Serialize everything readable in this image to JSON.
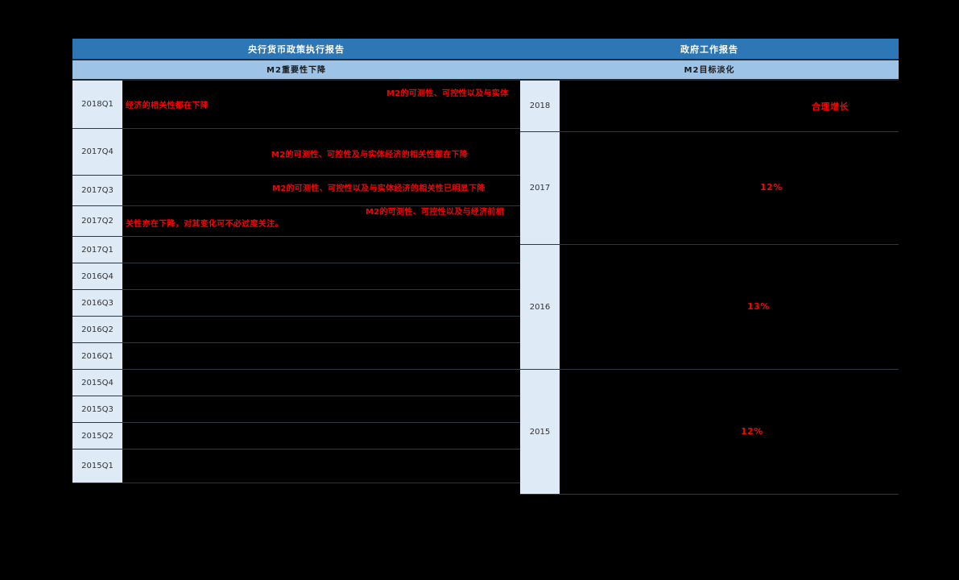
{
  "left_panel": {
    "header": "央行货币政策执行报告",
    "subheader": "M2重要性下降",
    "rows": [
      {
        "period": "2018Q1",
        "note_line1": "M2的可测性、可控性以及与实体",
        "note_line2": "经济的相关性都在下降"
      },
      {
        "period": "2017Q4",
        "note_line1": "M2的可测性、可控性及与实体经济的相关性都在下降",
        "note_line2": ""
      },
      {
        "period": "2017Q3",
        "note_line1": "M2的可测性、可控性以及与实体经济的相关性已明显下降",
        "note_line2": ""
      },
      {
        "period": "2017Q2",
        "note_line1": "M2的可测性、可控性以及与经济前相",
        "note_line2": "关性亦在下降，对其变化可不必过度关注。"
      },
      {
        "period": "2017Q1",
        "note_line1": "",
        "note_line2": ""
      },
      {
        "period": "2016Q4",
        "note_line1": "",
        "note_line2": ""
      },
      {
        "period": "2016Q3",
        "note_line1": "",
        "note_line2": ""
      },
      {
        "period": "2016Q2",
        "note_line1": "",
        "note_line2": ""
      },
      {
        "period": "2016Q1",
        "note_line1": "",
        "note_line2": ""
      },
      {
        "period": "2015Q4",
        "note_line1": "",
        "note_line2": ""
      },
      {
        "period": "2015Q3",
        "note_line1": "",
        "note_line2": ""
      },
      {
        "period": "2015Q2",
        "note_line1": "",
        "note_line2": ""
      },
      {
        "period": "2015Q1",
        "note_line1": "",
        "note_line2": ""
      }
    ]
  },
  "right_panel": {
    "header": "政府工作报告",
    "subheader": "M2目标淡化",
    "rows": [
      {
        "year": "2018",
        "value": "合理增长"
      },
      {
        "year": "2017",
        "value": "12%"
      },
      {
        "year": "2016",
        "value": "13%"
      },
      {
        "year": "2015",
        "value": "12%"
      }
    ]
  },
  "colors": {
    "header_dark_blue": "#2E77B7",
    "header_light_blue": "#9DC3E6",
    "cell_pale_blue": "#DEEAF6",
    "annotation_red": "#FF0000",
    "background": "#000000",
    "gridline": "#2B3A47"
  }
}
